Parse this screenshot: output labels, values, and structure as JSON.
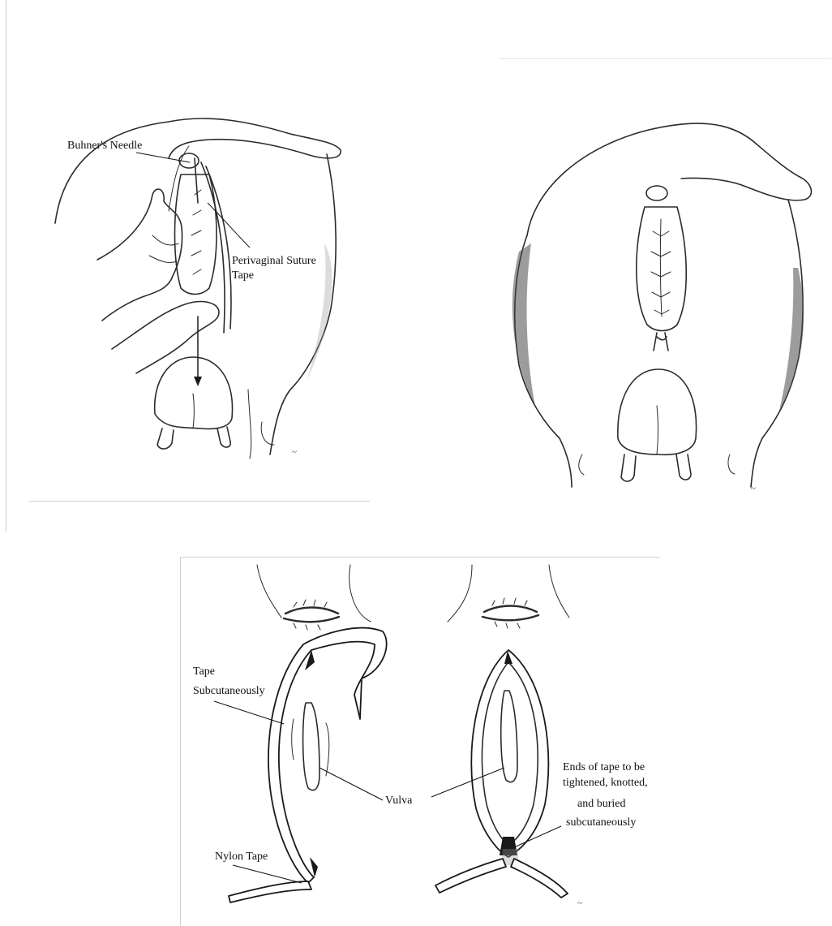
{
  "labels": {
    "buhners_needle": "Buhner's Needle",
    "perivaginal_suture_line1": "Perivaginal Suture",
    "perivaginal_suture_line2": "Tape",
    "tape_subcutaneously_line1": "Tape",
    "tape_subcutaneously_line2": "Subcutaneously",
    "vulva": "Vulva",
    "nylon_tape": "Nylon Tape",
    "ends_line1": "Ends of tape to be",
    "ends_line2": "tightened, knotted,",
    "ends_line3": "and buried",
    "ends_line4": "subcutaneously"
  },
  "colors": {
    "ink": "#1a1a1a",
    "pencil_shade": "#4a4a4a",
    "background": "#ffffff"
  }
}
